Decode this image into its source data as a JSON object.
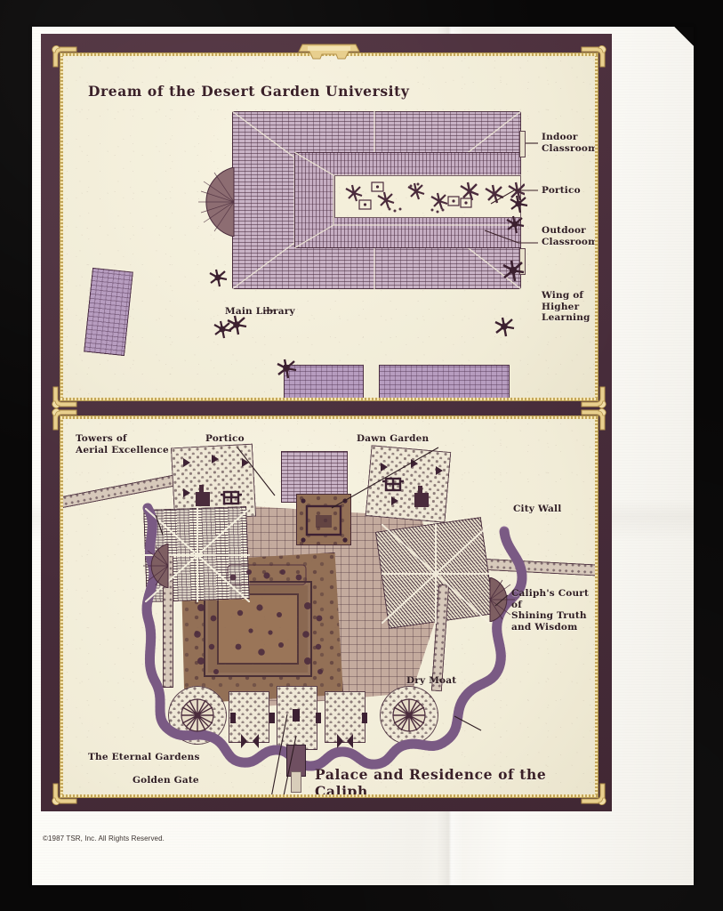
{
  "plate": {
    "copyright": "©1987 TSR, Inc. All Rights Reserved.",
    "colors": {
      "border_maroon": "#4c3040",
      "gold": "#e8cf8e",
      "parchment": "#f4f0dd",
      "ink": "#3a2028",
      "moat_purple": "#8c6b95",
      "roof_purple": "#b79dc0",
      "garden_brown": "#937056"
    }
  },
  "panels": [
    {
      "id": "university",
      "title": "Dream of the Desert Garden University",
      "title_position": "top-left",
      "labels": [
        {
          "text": "Indoor\nClassrooms",
          "line1": "Indoor",
          "line2": "Classrooms"
        },
        {
          "text": "Portico",
          "line1": "Portico",
          "line2": ""
        },
        {
          "text": "Outdoor\nClassrooms",
          "line1": "Outdoor",
          "line2": "Classrooms"
        },
        {
          "text": "Wing of\nHigher Learning",
          "line1": "Wing of",
          "line2": "Higher Learning"
        },
        {
          "text": "Main Library",
          "line1": "Main Library",
          "line2": ""
        }
      ]
    },
    {
      "id": "palace",
      "title": "Palace and Residence of the Caliph",
      "title_position": "bottom-right",
      "labels": [
        {
          "text": "Towers of\nAerial Excellence",
          "line1": "Towers of",
          "line2": "Aerial Excellence"
        },
        {
          "text": "Portico",
          "line1": "Portico",
          "line2": ""
        },
        {
          "text": "Dawn Garden",
          "line1": "Dawn Garden",
          "line2": ""
        },
        {
          "text": "City Wall",
          "line1": "City Wall",
          "line2": ""
        },
        {
          "text": "Caliph's Court of\nShining Truth\nand Wisdom",
          "line1": "Caliph's Court of",
          "line2": "Shining Truth",
          "line3": "and Wisdom"
        },
        {
          "text": "Dry Moat",
          "line1": "Dry Moat",
          "line2": ""
        },
        {
          "text": "The Eternal Gardens",
          "line1": "The Eternal Gardens",
          "line2": ""
        },
        {
          "text": "Golden Gate",
          "line1": "Golden Gate",
          "line2": ""
        }
      ]
    }
  ],
  "labels": {
    "u_indoor_1": "Indoor",
    "u_indoor_2": "Classrooms",
    "u_portico": "Portico",
    "u_outdoor_1": "Outdoor",
    "u_outdoor_2": "Classrooms",
    "u_wing_1": "Wing of",
    "u_wing_2": "Higher Learning",
    "u_library": "Main Library",
    "p_towers_1": "Towers of",
    "p_towers_2": "Aerial Excellence",
    "p_portico": "Portico",
    "p_dawn": "Dawn Garden",
    "p_citywall": "City Wall",
    "p_court_1": "Caliph's Court of",
    "p_court_2": "Shining Truth",
    "p_court_3": "and Wisdom",
    "p_moat": "Dry Moat",
    "p_eternal": "The Eternal Gardens",
    "p_gate": "Golden Gate"
  },
  "titles": {
    "university": "Dream of the Desert Garden University",
    "palace": "Palace and Residence of the Caliph"
  }
}
